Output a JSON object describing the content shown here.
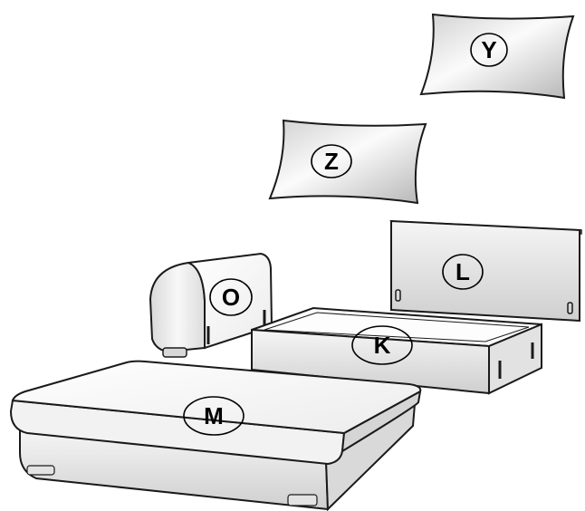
{
  "parts": [
    {
      "id": "Y",
      "label": "Y",
      "kind": "pillow"
    },
    {
      "id": "Z",
      "label": "Z",
      "kind": "pillow"
    },
    {
      "id": "L",
      "label": "L",
      "kind": "panel"
    },
    {
      "id": "O",
      "label": "O",
      "kind": "side-bolster"
    },
    {
      "id": "K",
      "label": "K",
      "kind": "tray-frame"
    },
    {
      "id": "M",
      "label": "M",
      "kind": "mattress-base"
    }
  ],
  "colors": {
    "line": "#1a1a1a",
    "surface_light": "#fafafa",
    "surface_mid": "#e6e6e6",
    "surface_dark": "#bcbcbc"
  }
}
